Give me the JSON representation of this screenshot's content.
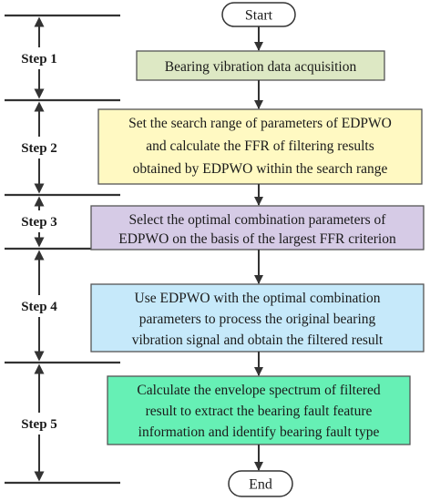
{
  "terminals": {
    "start": "Start",
    "end": "End"
  },
  "steps": [
    {
      "label": "Step 1"
    },
    {
      "label": "Step 2"
    },
    {
      "label": "Step 3"
    },
    {
      "label": "Step 4"
    },
    {
      "label": "Step 5"
    }
  ],
  "boxes": [
    {
      "lines": [
        "Bearing vibration data acquisition"
      ],
      "fill": "#dde8c4"
    },
    {
      "lines": [
        "Set the search range of parameters of EDPWO",
        "and calculate the FFR of filtering results",
        "obtained by EDPWO within the search range"
      ],
      "fill": "#fff9c2"
    },
    {
      "lines": [
        "Select the optimal combination parameters of",
        "EDPWO on the basis of the largest FFR criterion"
      ],
      "fill": "#d6cbe6"
    },
    {
      "lines": [
        "Use EDPWO with the optimal combination",
        "parameters to process the original bearing",
        "vibration signal and obtain the filtered result"
      ],
      "fill": "#c6e9fa"
    },
    {
      "lines": [
        "Calculate the envelope spectrum of filtered",
        "result to extract the bearing fault feature",
        "information and identify bearing fault type"
      ],
      "fill": "#66f0b5"
    }
  ],
  "colors": {
    "line": "#333333",
    "box_border": "#555555"
  }
}
